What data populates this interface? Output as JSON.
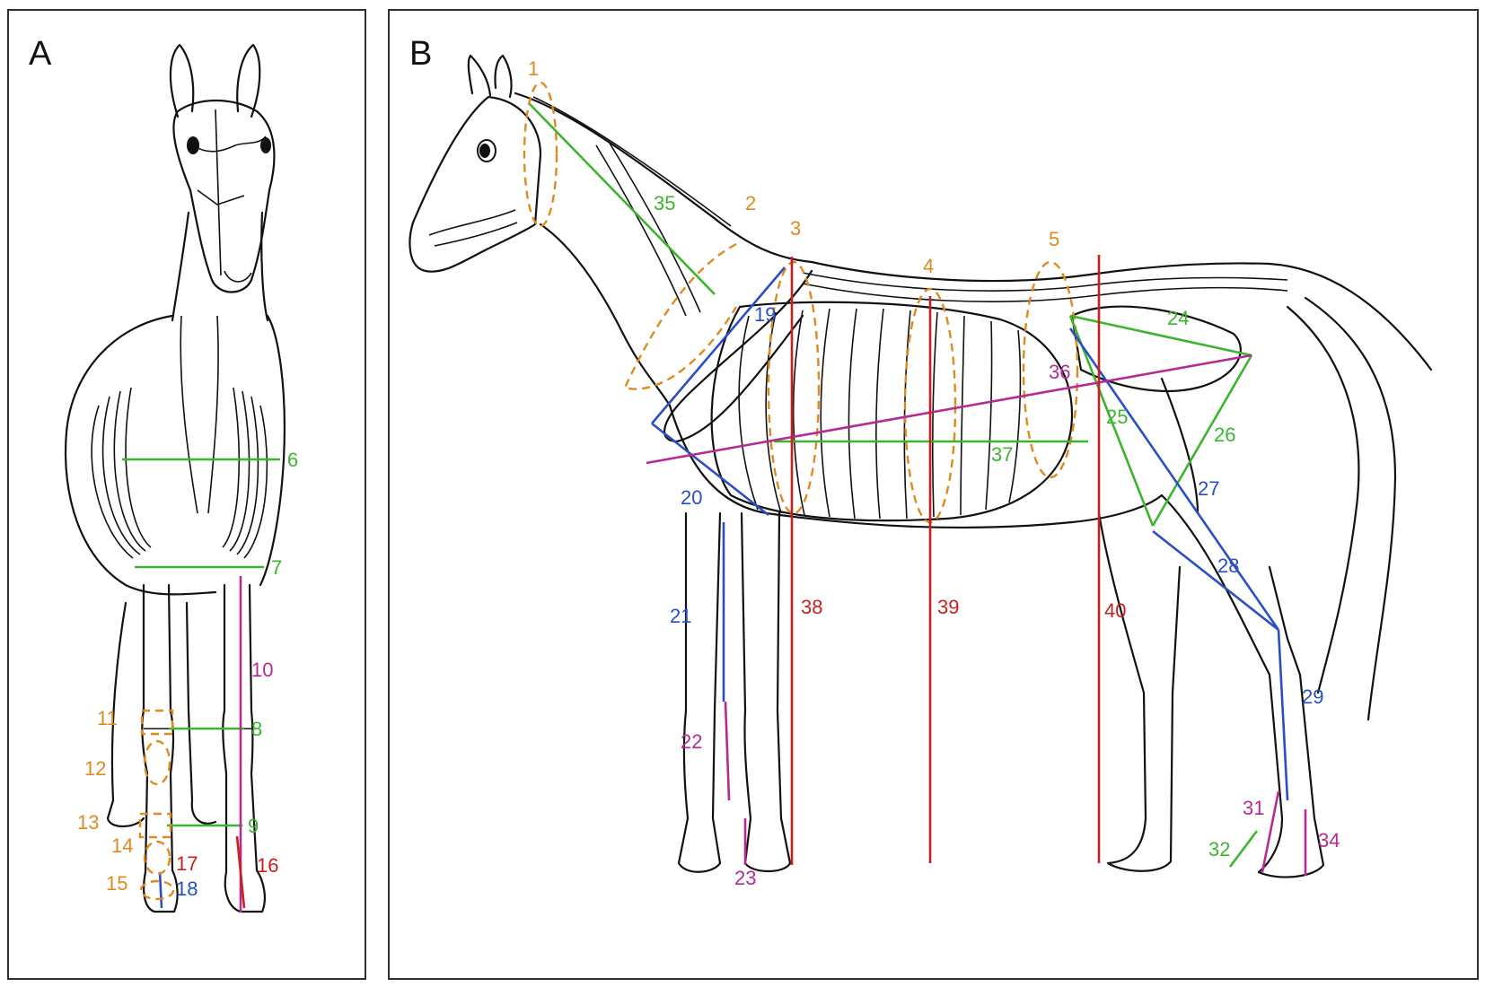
{
  "colors": {
    "orange": "#e08a1e",
    "green": "#3cb52e",
    "blue": "#2a4fc4",
    "magenta": "#b52a93",
    "red": "#c8201e",
    "outline": "#111111"
  },
  "panelA": {
    "label": "A",
    "measurements": [
      {
        "id": "6",
        "color": "green"
      },
      {
        "id": "7",
        "color": "green"
      },
      {
        "id": "8",
        "color": "green"
      },
      {
        "id": "9",
        "color": "green"
      },
      {
        "id": "10",
        "color": "magenta"
      },
      {
        "id": "11",
        "color": "orange"
      },
      {
        "id": "12",
        "color": "orange"
      },
      {
        "id": "13",
        "color": "orange"
      },
      {
        "id": "14",
        "color": "orange"
      },
      {
        "id": "15",
        "color": "orange"
      },
      {
        "id": "16",
        "color": "red"
      },
      {
        "id": "17",
        "color": "red"
      },
      {
        "id": "18",
        "color": "blue"
      }
    ]
  },
  "panelB": {
    "label": "B",
    "measurements": [
      {
        "id": "1",
        "color": "orange"
      },
      {
        "id": "2",
        "color": "orange"
      },
      {
        "id": "3",
        "color": "orange"
      },
      {
        "id": "4",
        "color": "orange"
      },
      {
        "id": "5",
        "color": "orange"
      },
      {
        "id": "19",
        "color": "blue"
      },
      {
        "id": "20",
        "color": "blue"
      },
      {
        "id": "21",
        "color": "blue"
      },
      {
        "id": "22",
        "color": "magenta"
      },
      {
        "id": "23",
        "color": "magenta"
      },
      {
        "id": "24",
        "color": "green"
      },
      {
        "id": "25",
        "color": "green"
      },
      {
        "id": "26",
        "color": "green"
      },
      {
        "id": "27",
        "color": "blue"
      },
      {
        "id": "28",
        "color": "blue"
      },
      {
        "id": "29",
        "color": "blue"
      },
      {
        "id": "31",
        "color": "magenta"
      },
      {
        "id": "32",
        "color": "green"
      },
      {
        "id": "34",
        "color": "magenta"
      },
      {
        "id": "35",
        "color": "green"
      },
      {
        "id": "36",
        "color": "magenta"
      },
      {
        "id": "37",
        "color": "green"
      },
      {
        "id": "38",
        "color": "red"
      },
      {
        "id": "39",
        "color": "red"
      },
      {
        "id": "40",
        "color": "red"
      }
    ]
  }
}
